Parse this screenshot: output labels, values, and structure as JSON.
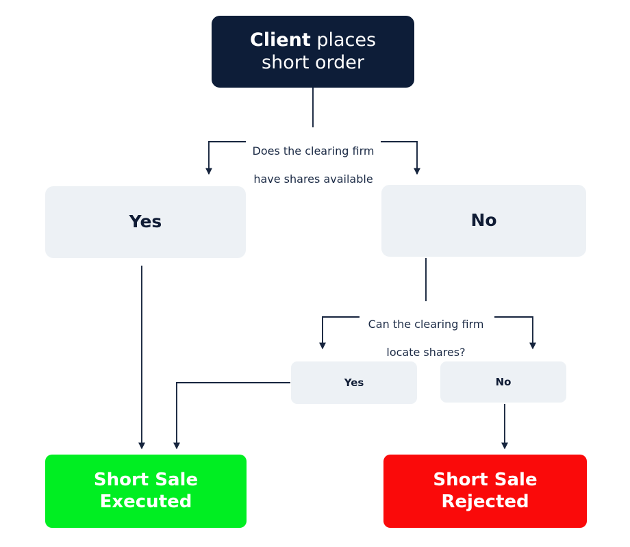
{
  "diagram": {
    "title": "Short sale order routing flowchart",
    "background_color": "#ffffff",
    "colors": {
      "start_box": "#0d1d38",
      "decision_box": "#edf1f5",
      "decision_text": "#101c35",
      "executed_box": "#00ee22",
      "rejected_box": "#fa0a0a",
      "connector": "#16243d",
      "label_text": "#1b2a45"
    }
  },
  "nodes": {
    "start": {
      "label_strong": "Client",
      "label_rest": " places",
      "label_line2": "short order",
      "full_label": "Client places short order"
    },
    "tier1_yes": {
      "label": "Yes"
    },
    "tier1_no": {
      "label": "No"
    },
    "tier2_yes": {
      "label": "Yes"
    },
    "tier2_no": {
      "label": "No"
    },
    "executed": {
      "line1": "Short Sale",
      "line2": "Executed",
      "full_label": "Short Sale Executed"
    },
    "rejected": {
      "line1": "Short Sale",
      "line2": "Rejected",
      "full_label": "Short Sale Rejected"
    }
  },
  "edge_labels": {
    "decision_1": "Does the clearing firm\nhave shares available",
    "decision_1_line1": "Does the clearing firm",
    "decision_1_line2": "have shares available",
    "decision_2": "Can the clearing firm\nlocate shares?",
    "decision_2_line1": "Can the clearing firm",
    "decision_2_line2": "locate shares?"
  }
}
